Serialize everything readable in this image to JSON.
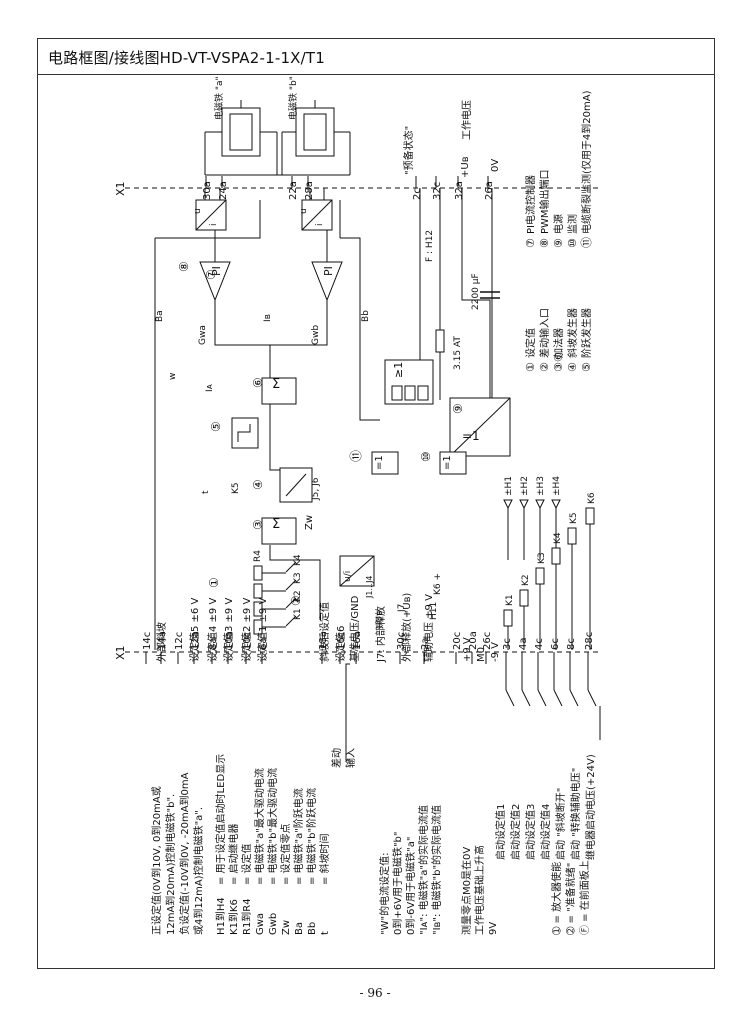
{
  "title": "电路框图/接线图HD-VT-VSPA2-1-1X/T1",
  "page_number": "- 96 -",
  "connector": "X1",
  "top_labels": {
    "solenoid_a": "电磁铁 \"a\"",
    "solenoid_b": "电磁铁 \"b\"",
    "ready": "\"预备状态\"",
    "supply": "工作电压",
    "plus_ub": "+Uʙ",
    "zero_v": "0V"
  },
  "top_pins": [
    "30a",
    "24a",
    "22a",
    "28a",
    "2c",
    "32c",
    "32a",
    "26a"
  ],
  "bottom_pins": [
    "14c",
    "14a",
    "12c",
    "12a",
    "8a",
    "10a",
    "10c",
    "6a",
    "18a",
    "16c",
    "16a",
    "30c",
    "2a",
    "20c",
    "20a",
    "26c",
    "3c",
    "4a",
    "4c",
    "6c",
    "8c",
    "28c"
  ],
  "setpoint_lines": [
    {
      "label": "外部斜坡"
    },
    {
      "label": "设定值5 ±6 V"
    },
    {
      "label": "设定值4 ±9 V"
    },
    {
      "label": "设定值3 ±9 V"
    },
    {
      "label": "设定值2 ±9 V"
    },
    {
      "label": "设定值1 ±9 V"
    }
  ],
  "diff_input": {
    "ramp_after": "斜坡后设定值",
    "setpoint6": "设定值6",
    "ref": "基准电压/GND",
    "diff_label": "差动",
    "input_label": "输入"
  },
  "supply_labels": {
    "j7": "J7: 内部释放",
    "ext_release": "外部释放(+Uʙ)",
    "aux": "辅助电压 ±9 V",
    "p9": "+9 V",
    "m0": "M0",
    "m9": "-9 V"
  },
  "enable_labels": [
    "启动设定值1",
    "启动设定值2",
    "启动设定值3",
    "启动设定值4",
    "启动 \"斜坡断开\"",
    "启动 \"转换辅助电压\"",
    "继电器启动电压(+24V)"
  ],
  "legend_left": [
    "正设定值(0V到10V, 0到20mA或",
    "12mA到20mA)控制电磁铁\"b\".",
    "负设定值(-10V到0V, -20mA到0mA",
    "或4到12mA)控制电磁铁\"a\"."
  ],
  "symbols": [
    {
      "sym": "H1到H4",
      "desc": "= 用于设定值启动时LED显示"
    },
    {
      "sym": "K1到K6",
      "desc": "= 启动继电器"
    },
    {
      "sym": "R1到R4",
      "desc": "= 设定值"
    },
    {
      "sym": "Gwa",
      "desc": "= 电磁铁\"a\"最大驱动电流"
    },
    {
      "sym": "Gwb",
      "desc": "= 电磁铁\"b\"最大驱动电流"
    },
    {
      "sym": "Zw",
      "desc": "= 设定值零点"
    },
    {
      "sym": "Ba",
      "desc": "= 电磁铁\"a\"阶跃电流"
    },
    {
      "sym": "Bb",
      "desc": "= 电磁铁\"b\"阶跃电流"
    },
    {
      "sym": "t",
      "desc": "= 斜坡时间"
    }
  ],
  "w_notes": [
    "\"W\"的电流设定值:",
    "0到+6V用于电磁铁\"b\"",
    "0到-6V用于电磁铁\"a\"",
    "\"Iᴀ\": 电磁铁\"a\"的实际电流值",
    "\"Iʙ\": 电磁铁\"b\"的实际电流值"
  ],
  "measure_notes": [
    "测量零点M0是在0V",
    "工作电压基础上升高",
    "9V"
  ],
  "bottom_legend": [
    "➀ = 放大器使能",
    "➁ = \"准备就绪\"",
    "Ⓕ = 在前面板上"
  ],
  "numbered_legend": [
    {
      "n": "①",
      "label": "设定值"
    },
    {
      "n": "②",
      "label": "差动输入口"
    },
    {
      "n": "③⑥",
      "label": "加法器"
    },
    {
      "n": "④",
      "label": "斜坡发生器"
    },
    {
      "n": "⑤",
      "label": "阶跃发生器"
    },
    {
      "n": "⑦",
      "label": "PI电流控制器"
    },
    {
      "n": "⑧",
      "label": "PWM输出端口"
    },
    {
      "n": "⑨",
      "label": "电源"
    },
    {
      "n": "⑩",
      "label": "监测"
    },
    {
      "n": "⑪",
      "label": "电缆断裂监测(仅用于4到20mA)"
    }
  ],
  "component_labels": {
    "pi": "PI",
    "sum": "Σ",
    "ge1": "≥1",
    "eq1": "=1",
    "j5j6": "J5, J6",
    "j1j4": "J1...J4",
    "ui": "u/i",
    "fuse": "3.15 AT",
    "cap": "2200 µF",
    "h12": "F : H12",
    "h11": "H11",
    "j7pin": "J7",
    "k5": "K5",
    "k6": "K6 +",
    "zw": "Zw",
    "t": "t",
    "w": "w",
    "ia": "Iᴀ",
    "ib": "Iʙ",
    "gwa": "Gwa",
    "gwb": "Gwb",
    "ba": "Ba",
    "bb": "Bb",
    "plus_ub2": "+Uʙ",
    "leds": [
      "±H1",
      "±H2",
      "±H3",
      "±H4"
    ],
    "relays": [
      "K1",
      "K2",
      "K3",
      "K4",
      "K5",
      "K6"
    ],
    "r": [
      "R1",
      "R2",
      "R3",
      "R4"
    ],
    "ku": [
      "K1",
      "K2",
      "K3",
      "K4"
    ],
    "circles": [
      "①",
      "②",
      "③",
      "④",
      "⑤",
      "⑥",
      "⑦",
      "⑧",
      "⑨",
      "⑩",
      "⑪"
    ]
  }
}
